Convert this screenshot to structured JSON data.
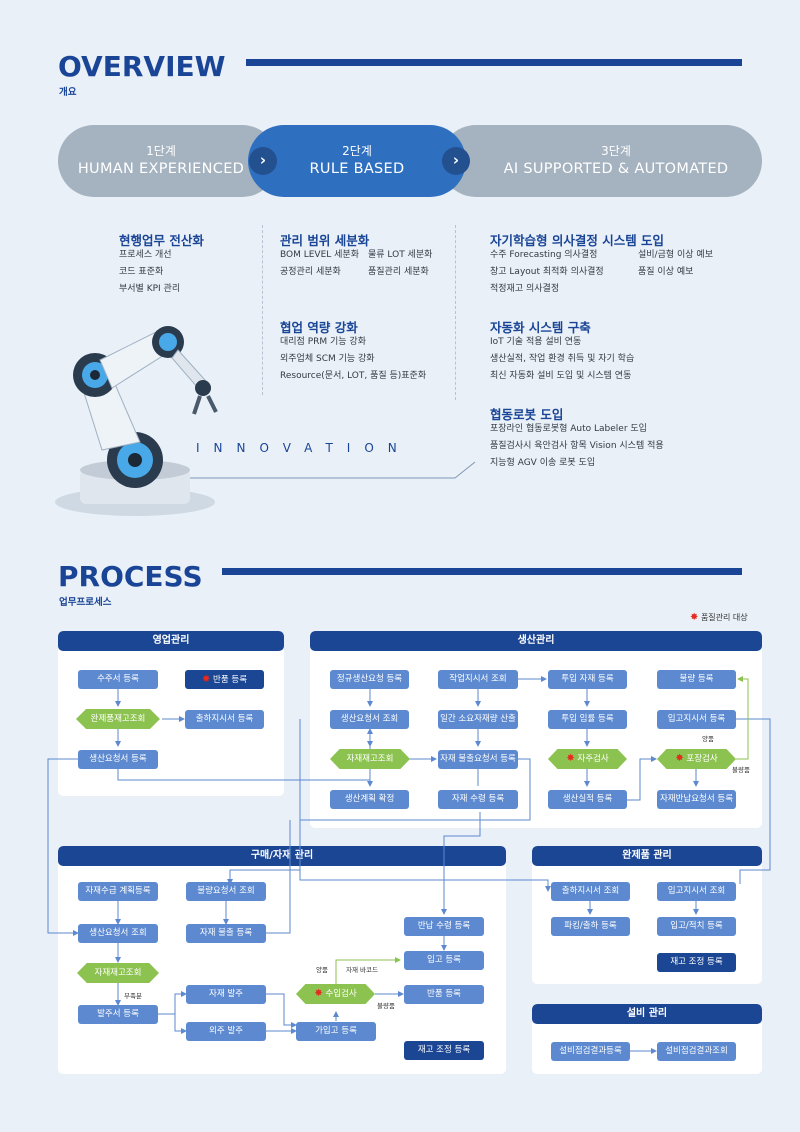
{
  "overview": {
    "title": "OVERVIEW",
    "subtitle": "개요"
  },
  "stages": [
    {
      "num": "1단계",
      "name": "HUMAN EXPERIENCED"
    },
    {
      "num": "2단계",
      "name": "RULE BASED"
    },
    {
      "num": "3단계",
      "name": "AI SUPPORTED & AUTOMATED"
    }
  ],
  "col1": {
    "title": "현행업무 전산화",
    "items": [
      "프로세스 개선",
      "코드 표준화",
      "부서별 KPI 관리"
    ]
  },
  "col2a": {
    "title": "관리 범위 세분화",
    "items": [
      "BOM LEVEL 세분화",
      "물류 LOT 세분화",
      "공정관리 세분화",
      "품질관리 세분화"
    ]
  },
  "col2b": {
    "title": "협업 역량 강화",
    "items": [
      "대리점 PRM 기능 강화",
      "외주업체 SCM 기능 강화",
      "Resource(문서, LOT, 품질 등)표준화"
    ]
  },
  "col3a": {
    "title": "자기학습형 의사결정 시스템 도입",
    "items": [
      "수주 Forecasting 의사결정",
      "설비/금형 이상 예보",
      "창고 Layout 최적화 의사결정",
      "품질 이상 예보",
      "적정재고 의사결정"
    ]
  },
  "col3b": {
    "title": "자동화 시스템 구축",
    "items": [
      "IoT 기술 적용 설비 연동",
      "생산실적, 작업 환경 취득 및 자기 학습",
      "최신 자동화 설비 도입 및 시스템 연동"
    ]
  },
  "col3c": {
    "title": "협동로봇 도입",
    "items": [
      "포장라인 협동로봇형 Auto Labeler 도입",
      "품질검사시 육안검사 항목 Vision 시스템 적용",
      "지능형 AGV 이송 로봇 도입"
    ]
  },
  "innovation": "INNOVATION",
  "process": {
    "title": "PROCESS",
    "subtitle": "업무프로세스",
    "legend": "품질관리 대상"
  },
  "panels": {
    "sales": "영업관리",
    "production": "생산관리",
    "purchase": "구매/자재 관리",
    "finished": "완제품 관리",
    "equipment": "설비 관리"
  },
  "sales": {
    "order": "수주서 등록",
    "return": "반품 등록",
    "check": "완제품재고조회",
    "ship_order": "출하지시서 등록",
    "prod_req": "생산요청서 등록"
  },
  "prod": {
    "regular": "정규생산요청 등록",
    "work_order": "작업지시서 조회",
    "input_reg": "투입 자재 등록",
    "defect": "불량 등록",
    "req_view": "생산요청서 조회",
    "daily": "일간 소요자재량 산출",
    "input_qty": "투입 임률 등록",
    "in_order": "입고지시서 등록",
    "mat_check": "자재재고조회",
    "mat_release": "자재 불출요청서 등록",
    "self_insp": "자주검사",
    "pack_insp": "포장검사",
    "plan": "생산계획 확정",
    "mat_recv": "자재 수령 등록",
    "result": "생산실적 등록",
    "return_req": "자재반납요청서 등록",
    "ok": "양품",
    "ng": "불량품"
  },
  "purch": {
    "plan": "자재수급 계획등록",
    "defect_view": "불량요청서 조회",
    "req_view": "생산요청서 조회",
    "release": "자재 불출 등록",
    "return_recv": "반납 수령 등록",
    "check": "자재재고조회",
    "short": "부족분",
    "order": "발주서 등록",
    "mat_order": "자재 발주",
    "in_reg": "입고 등록",
    "ok": "양품",
    "barcode": "자재 바코드",
    "insp": "수입검사",
    "ng": "불량품",
    "return_reg": "반품 등록",
    "outsource": "외주 발주",
    "temp_in": "가입고 등록",
    "adjust": "재고 조정 등록"
  },
  "fin": {
    "ship_view": "출하지시서 조회",
    "in_view": "입고지시서 조회",
    "packing": "파킹/출하 등록",
    "stock": "입고/적치 등록",
    "adjust": "재고 조정 등록"
  },
  "equip": {
    "reg": "설비점검결과등록",
    "view": "설비점검결과조회"
  }
}
